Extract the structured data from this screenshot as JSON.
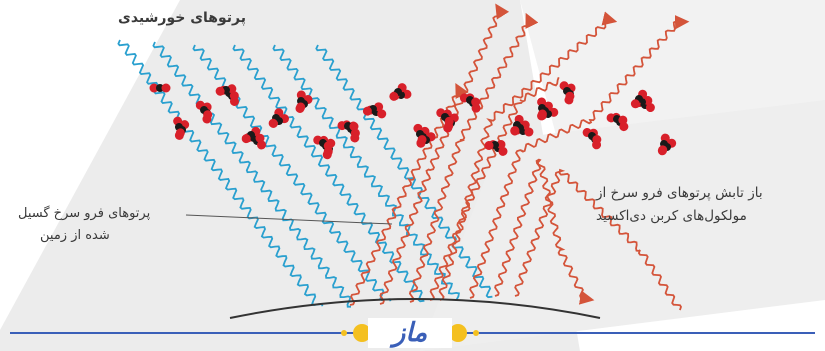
{
  "labels": {
    "sun_rays": "پرتوهای خورشیدی",
    "ir_emitted_line1": "پرتوهای فرو سرخ گسیل",
    "ir_emitted_line2": "شده از زمین",
    "reemission_line1": "باز تابش پرتوهای فرو سرخ از",
    "reemission_line2": "مولکول‌های کربن دی‌اکسید"
  },
  "logo_text": "ماز",
  "colors": {
    "sun_ray": "#2aa0cf",
    "infrared_ray": "#d4543a",
    "molecule_oxygen": "#d8202a",
    "molecule_carbon": "#1a1a1a",
    "ground": "#333333",
    "background_band": "#eaeaea",
    "footer_line": "#3a5fb8",
    "footer_dot": "#f4c020"
  },
  "icons": [
    "co2-molecule-icon",
    "wavy-ray-icon",
    "arrow-head-icon"
  ]
}
